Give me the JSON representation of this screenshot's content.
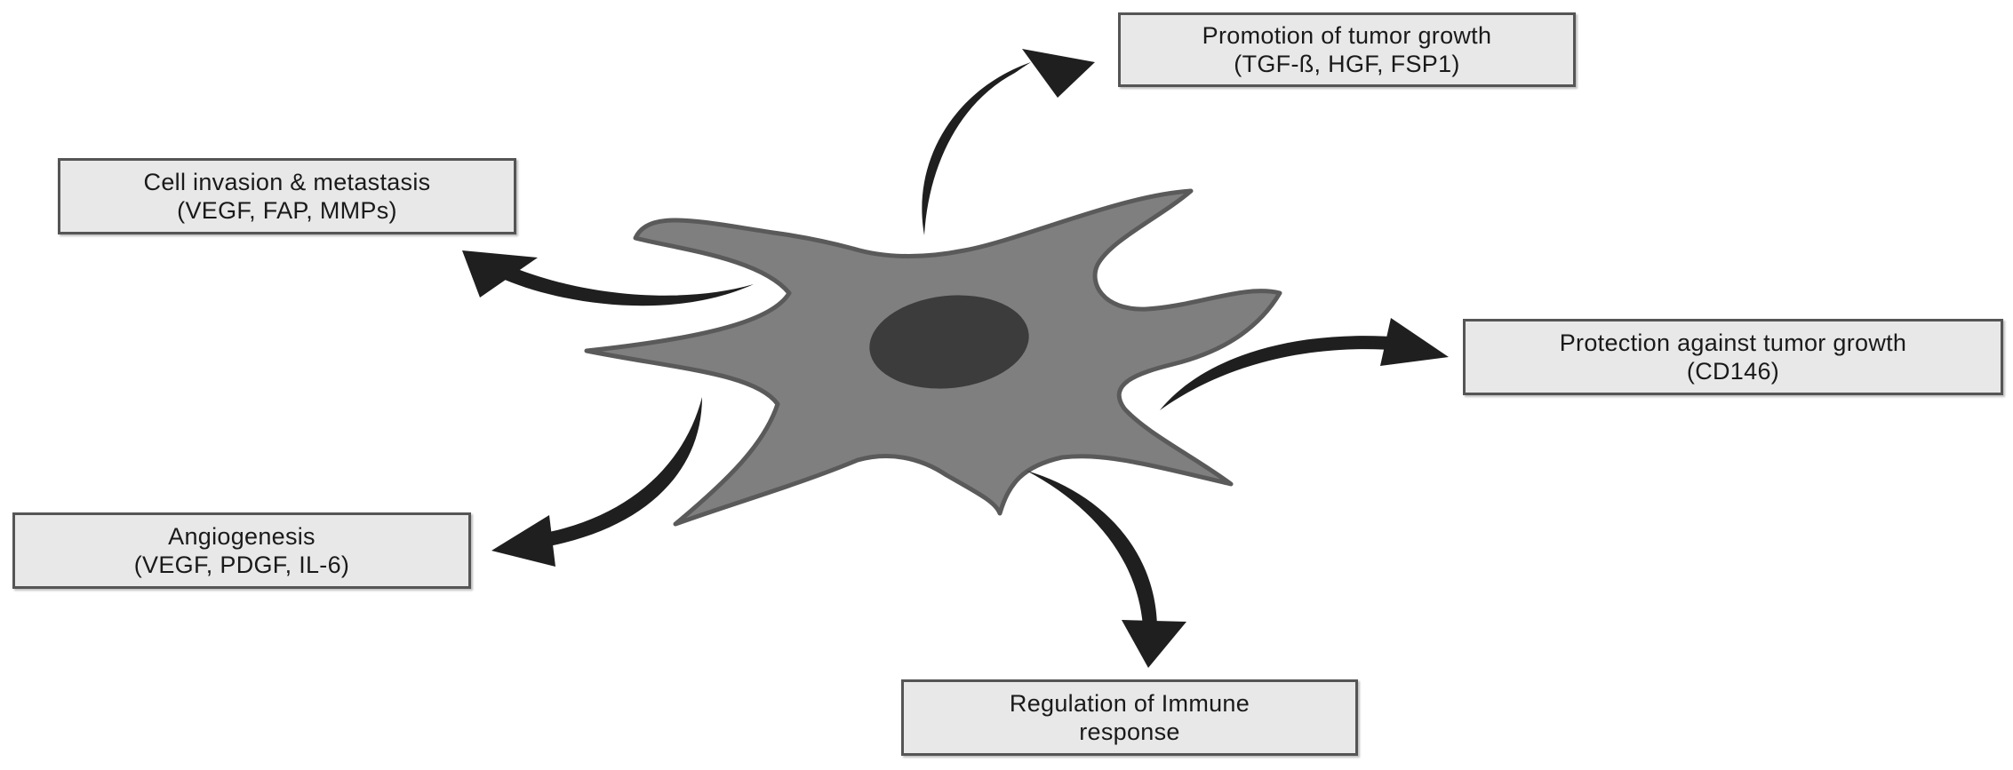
{
  "colors": {
    "cell_body": "#7f7f7f",
    "cell_outline": "#5a5a5a",
    "nucleus": "#3c3c3c",
    "arrow": "#1f1f1f",
    "box_fill": "#e8e8e8",
    "box_border": "#555555"
  },
  "boxes": {
    "tumor_growth": {
      "title": "Promotion of tumor growth",
      "factors": "(TGF-ß, HGF, FSP1)"
    },
    "invasion": {
      "title": "Cell invasion & metastasis",
      "factors": "(VEGF,  FAP, MMPs)"
    },
    "protection": {
      "title": "Protection against tumor growth",
      "factors": "(CD146)"
    },
    "angiogenesis": {
      "title": "Angiogenesis",
      "factors": "(VEGF, PDGF, IL-6)"
    },
    "immune": {
      "title": "Regulation of Immune",
      "factors": "response"
    }
  }
}
